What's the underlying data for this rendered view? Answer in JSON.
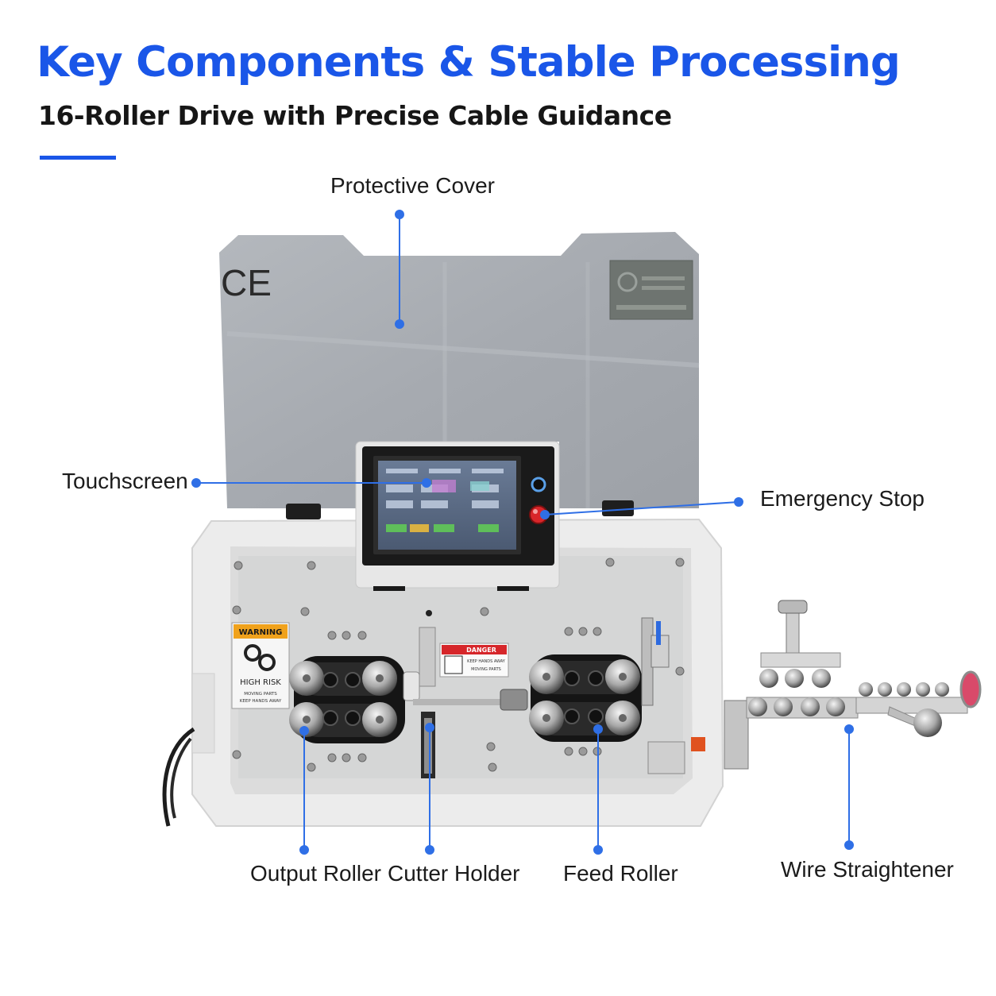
{
  "header": {
    "title": "Key Components & Stable Processing",
    "subtitle": "16-Roller Drive with Precise Cable Guidance",
    "accent_color": "#1a56e8"
  },
  "machine": {
    "cover_mark": "CE",
    "warning_label": {
      "title": "WARNING",
      "heading": "HIGH RISK",
      "line1": "MOVING PARTS",
      "line2": "KEEP HANDS AWAY"
    },
    "danger_label": {
      "title": "DANGER",
      "line1": "KEEP HANDS AWAY",
      "line2": "MOVING PARTS"
    }
  },
  "callouts": [
    {
      "id": "protective-cover",
      "label": "Protective Cover"
    },
    {
      "id": "touchscreen",
      "label": "Touchscreen"
    },
    {
      "id": "emergency-stop",
      "label": "Emergency Stop"
    },
    {
      "id": "output-roller",
      "label": "Output Roller"
    },
    {
      "id": "cutter-holder",
      "label": "Cutter Holder"
    },
    {
      "id": "feed-roller",
      "label": "Feed Roller"
    },
    {
      "id": "wire-straightener",
      "label": "Wire Straightener"
    }
  ],
  "colors": {
    "callout_line": "#2f6fe6",
    "cover": "#a9adb3",
    "body": "#ececec",
    "emergency_stop": "#d8262a"
  }
}
